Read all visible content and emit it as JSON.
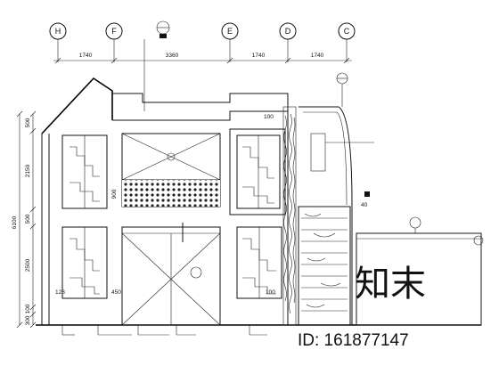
{
  "axes": {
    "grid_labels": [
      "H",
      "F",
      "E",
      "D",
      "C"
    ]
  },
  "dimensions": {
    "top": [
      "1740",
      "3360",
      "1740",
      "1740"
    ],
    "left_side": [
      "500",
      "2150",
      "500",
      "2500",
      "100",
      "300"
    ],
    "left_total": "6100",
    "inner": [
      "900",
      "100",
      "128",
      "450",
      "100",
      "40"
    ]
  },
  "section_markers": {
    "top_marker": "",
    "right_marker": ""
  },
  "watermark": {
    "chars": "知末",
    "id_text": "ID: 161877147"
  },
  "colors": {
    "line": "#111111",
    "background": "#ffffff",
    "watermark": "#d6d6d6"
  }
}
